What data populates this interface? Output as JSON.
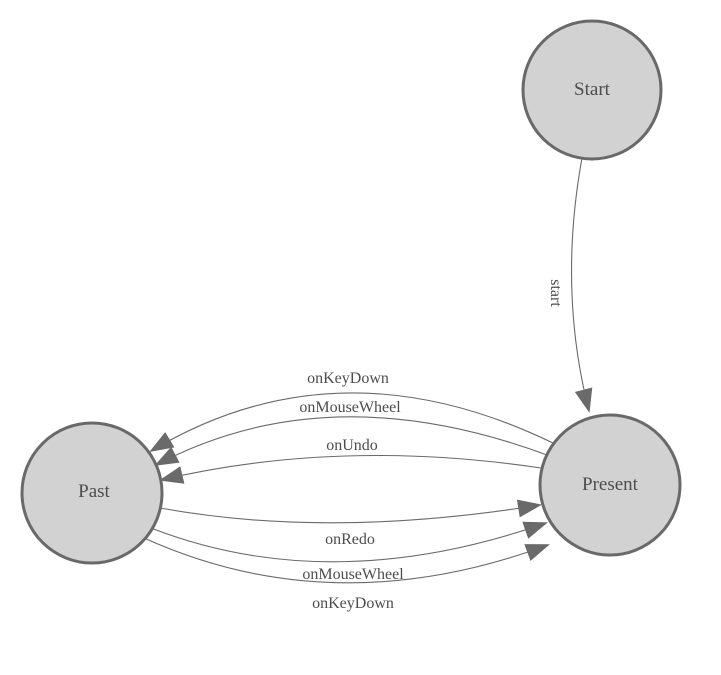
{
  "diagram": {
    "type": "state-diagram",
    "background_color": "#ffffff",
    "node_fill_color": "#d2d2d2",
    "node_stroke_color": "#696969",
    "edge_color": "#6a6a6a",
    "text_color": "#4d4d4d",
    "nodes": [
      {
        "id": "start",
        "label": "Start"
      },
      {
        "id": "present",
        "label": "Present"
      },
      {
        "id": "past",
        "label": "Past"
      }
    ],
    "edges": [
      {
        "from": "start",
        "to": "present",
        "label": "start"
      },
      {
        "from": "present",
        "to": "past",
        "label": "onKeyDown"
      },
      {
        "from": "present",
        "to": "past",
        "label": "onMouseWheel"
      },
      {
        "from": "present",
        "to": "past",
        "label": "onUndo"
      },
      {
        "from": "past",
        "to": "present",
        "label": "onRedo"
      },
      {
        "from": "past",
        "to": "present",
        "label": "onMouseWheel"
      },
      {
        "from": "past",
        "to": "present",
        "label": "onKeyDown"
      }
    ]
  }
}
